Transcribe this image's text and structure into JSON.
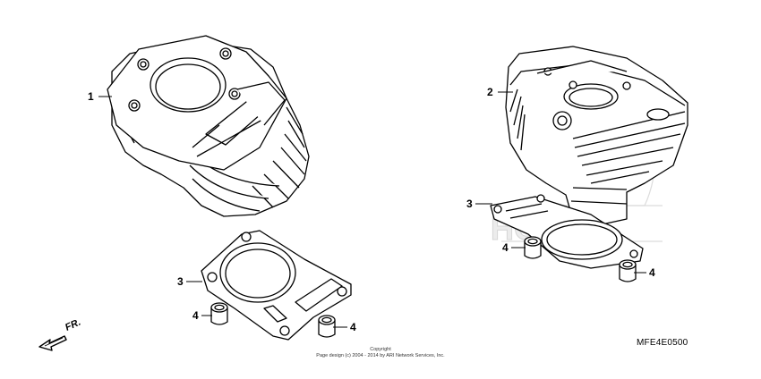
{
  "callouts": {
    "c1": "1",
    "c2": "2",
    "c3a": "3",
    "c3b": "3",
    "c4a": "4",
    "c4b": "4",
    "c4c": "4",
    "c4d": "4"
  },
  "direction_label": "FR.",
  "diagram_code": "MFE4E0500",
  "copyright": {
    "line1": "Copyright",
    "line2": "Page design (c) 2004 - 2014 by ARI Network Services, Inc."
  },
  "watermark_text": "HONDA",
  "colors": {
    "line": "#000000",
    "watermark": "#e4e4e4"
  }
}
